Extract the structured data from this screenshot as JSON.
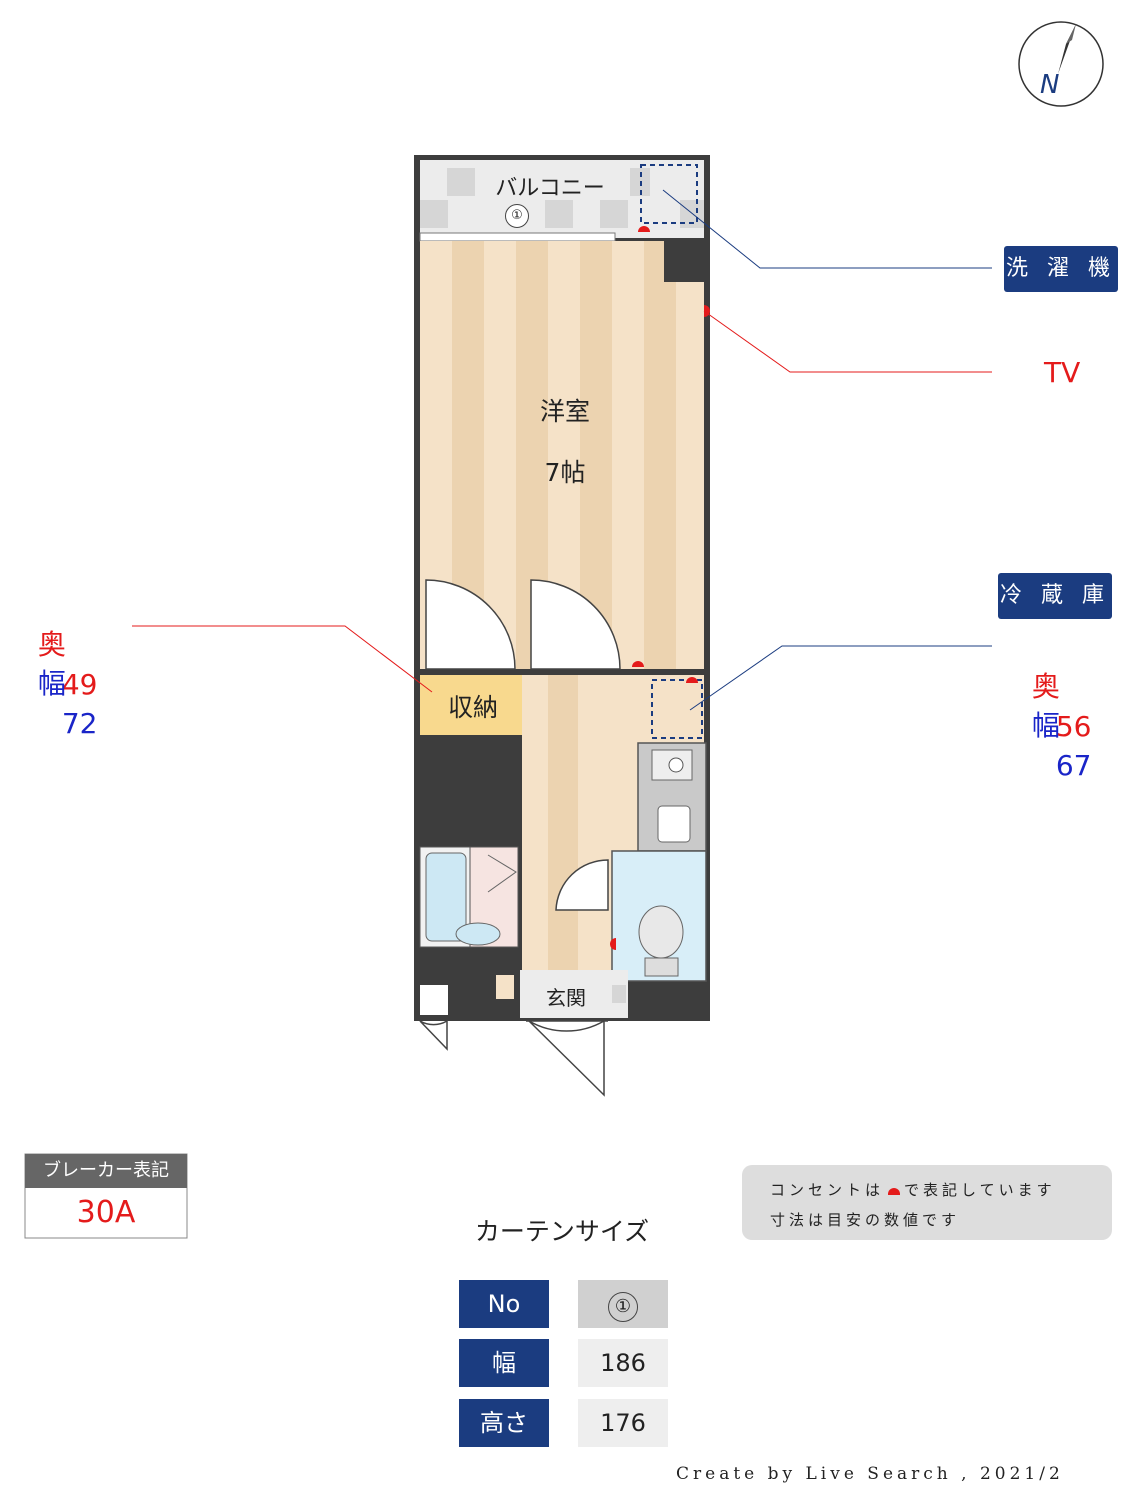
{
  "compass": {
    "letter": "N"
  },
  "rooms": {
    "balcony": "バルコニー",
    "balcony_marker": "①",
    "western_room": "洋室",
    "western_room_size": "7帖",
    "storage": "収納",
    "entrance": "玄関"
  },
  "callouts": {
    "washer": "洗 濯 機",
    "tv": "TV",
    "fridge": "冷 蔵 庫",
    "fridge_depth_label": "奥",
    "fridge_depth_value": "56",
    "fridge_width_label": "幅",
    "fridge_width_value": "67",
    "storage_depth_label": "奥",
    "storage_depth_value": "49",
    "storage_width_label": "幅",
    "storage_width_value": "72"
  },
  "breaker": {
    "title": "ブレーカー表記",
    "value": "30A"
  },
  "note": {
    "line1_before": "コンセントは",
    "line1_after": "で表記しています",
    "line2": "寸法は目安の数値です"
  },
  "curtain": {
    "title": "カーテンサイズ",
    "rows": [
      {
        "label": "No",
        "value": "①"
      },
      {
        "label": "幅",
        "value": "186"
      },
      {
        "label": "高さ",
        "value": "176"
      }
    ]
  },
  "footer": {
    "credit": "Create by Live Search , 2021/2"
  },
  "colors": {
    "navy": "#1b3c80",
    "red": "#e41b1b",
    "blue": "#1a25c8",
    "wall": "#3d3d3d",
    "floor": "#efd7b8"
  }
}
